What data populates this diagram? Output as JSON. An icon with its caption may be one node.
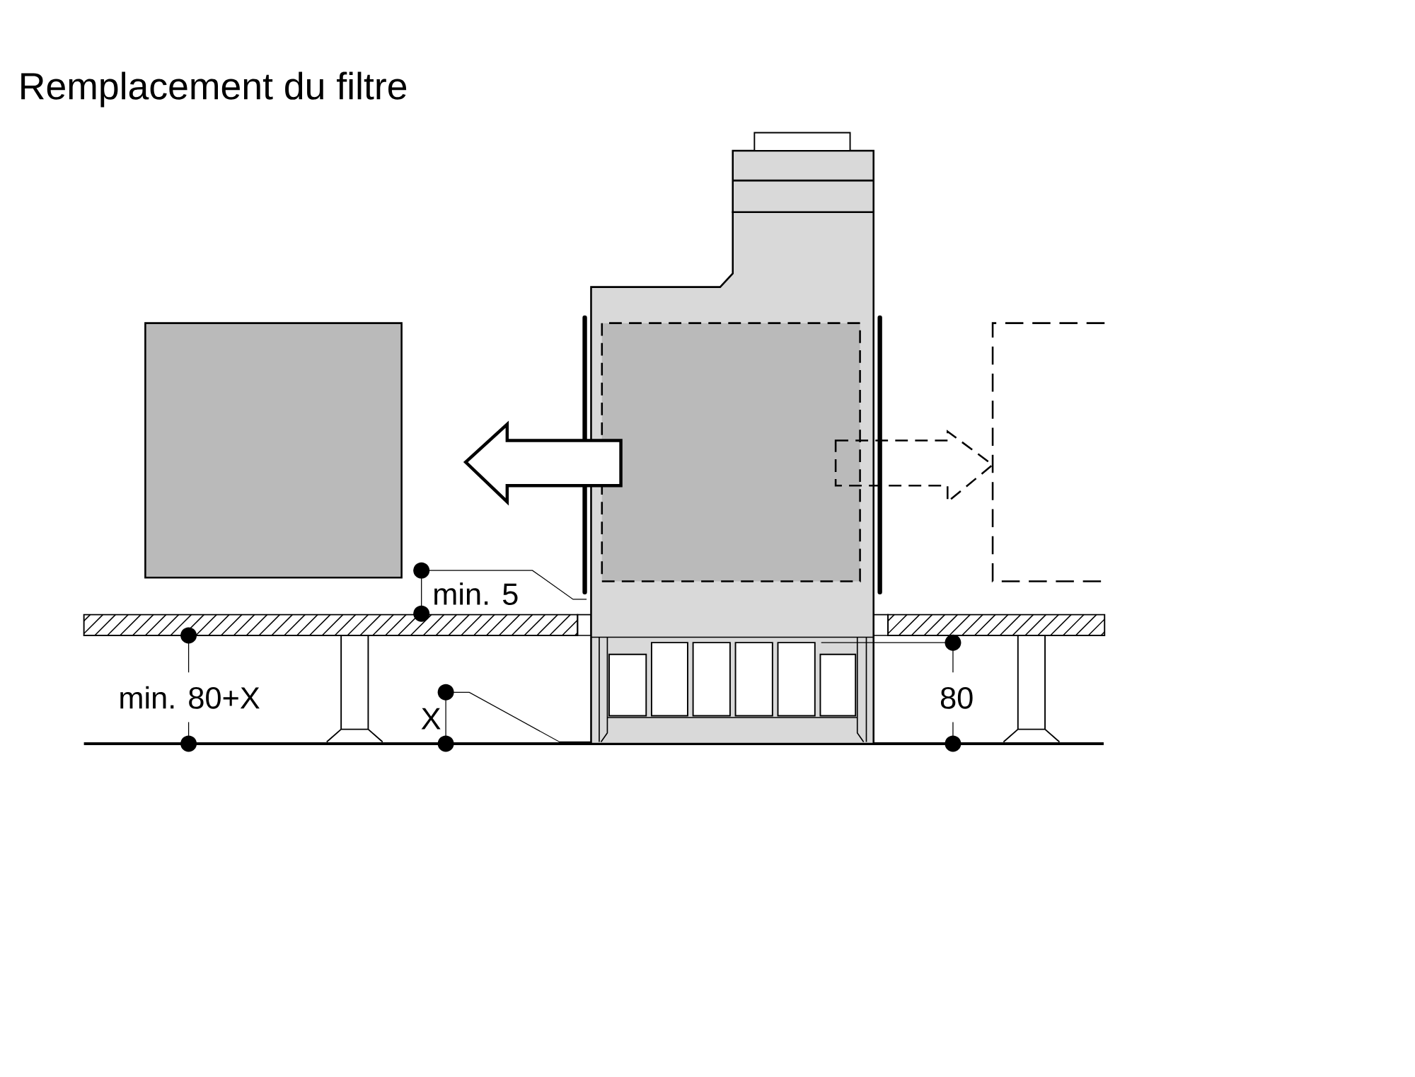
{
  "diagram": {
    "title": "Remplacement du filtre",
    "labels": [
      "min. 5",
      "min. 80+X",
      "X",
      "80"
    ]
  }
}
